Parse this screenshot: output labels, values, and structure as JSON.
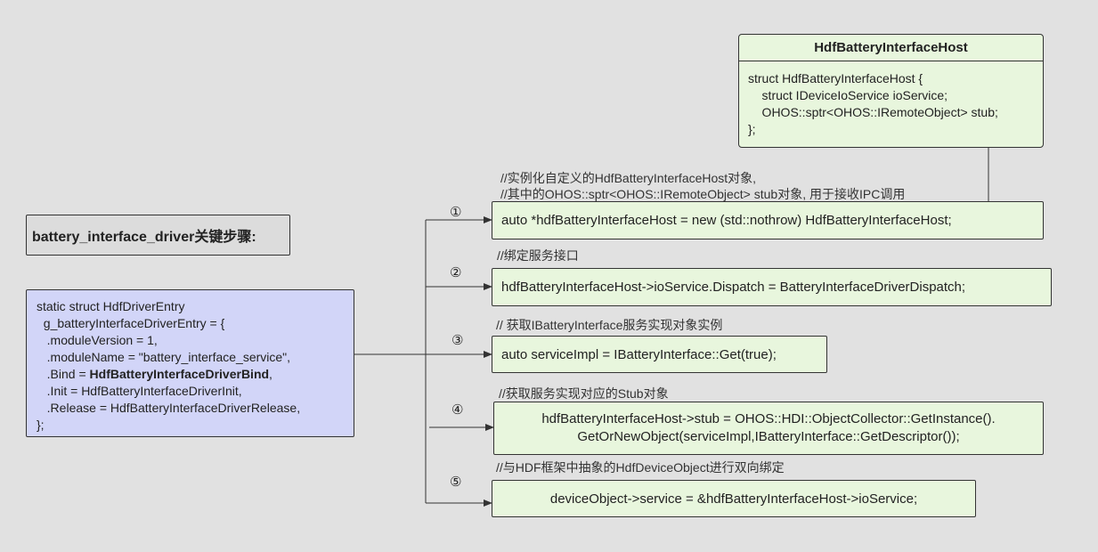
{
  "title": "battery_interface_driver关键步骤:",
  "entry": {
    "lines": [
      "static struct HdfDriverEntry",
      "  g_batteryInterfaceDriverEntry = {",
      "   .moduleVersion = 1,",
      "   .moduleName = \"battery_interface_service\",",
      "   .Init = HdfBatteryInterfaceDriverInit,",
      "   .Release = HdfBatteryInterfaceDriverRelease,",
      "};"
    ],
    "bind_prefix": "   .Bind = ",
    "bind_value": "HdfBatteryInterfaceDriverBind",
    "bind_suffix": ","
  },
  "host": {
    "title": "HdfBatteryInterfaceHost",
    "lines": [
      "struct HdfBatteryInterfaceHost {",
      "    struct IDeviceIoService ioService;",
      "    OHOS::sptr<OHOS::IRemoteObject> stub;",
      "};"
    ]
  },
  "steps": [
    {
      "number": "①",
      "comments": [
        "//实例化自定义的HdfBatteryInterfaceHost对象,",
        "//其中的OHOS::sptr<OHOS::IRemoteObject> stub对象, 用于接收IPC调用"
      ],
      "code": [
        "auto *hdfBatteryInterfaceHost = new (std::nothrow) HdfBatteryInterfaceHost;"
      ]
    },
    {
      "number": "②",
      "comments": [
        "//绑定服务接口"
      ],
      "code": [
        "hdfBatteryInterfaceHost->ioService.Dispatch = BatteryInterfaceDriverDispatch;"
      ]
    },
    {
      "number": "③",
      "comments": [
        "// 获取IBatteryInterface服务实现对象实例"
      ],
      "code": [
        "auto serviceImpl = IBatteryInterface::Get(true);"
      ]
    },
    {
      "number": "④",
      "comments": [
        "//获取服务实现对应的Stub对象"
      ],
      "code": [
        "hdfBatteryInterfaceHost->stub = OHOS::HDI::ObjectCollector::GetInstance().",
        "GetOrNewObject(serviceImpl,IBatteryInterface::GetDescriptor());"
      ]
    },
    {
      "number": "⑤",
      "comments": [
        "//与HDF框架中抽象的HdfDeviceObject进行双向绑定"
      ],
      "code": [
        "deviceObject->service = &hdfBatteryInterfaceHost->ioService;"
      ]
    }
  ],
  "colors": {
    "background": "#e1e1e1",
    "code_box": "#e8f6dd",
    "entry_box": "#d2d5f8",
    "title_box": "#dcdcdc",
    "line": "#333333"
  }
}
